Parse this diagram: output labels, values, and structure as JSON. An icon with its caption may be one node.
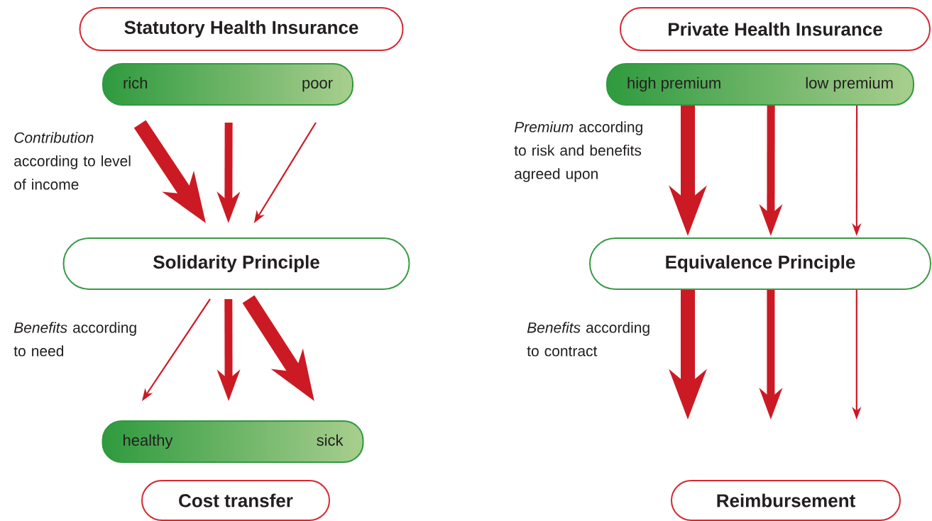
{
  "diagram": {
    "nodes": [
      {
        "text": [
          "Statutory Health Insurance"
        ]
      },
      {
        "text": [
          "rich",
          "poor"
        ]
      },
      {
        "text": [
          "Solidarity Principle"
        ]
      },
      {
        "text": [
          "healthy",
          "sick"
        ]
      },
      {
        "text": [
          "Cost transfer"
        ]
      },
      {
        "text": [
          "Private Health Insurance"
        ]
      },
      {
        "text": [
          "high premium",
          "low premium"
        ]
      },
      {
        "text": [
          "Equivalence Principle"
        ]
      },
      {
        "text": [
          "Reimbursement"
        ]
      }
    ],
    "edges": [
      {
        "from": 1,
        "to": 2,
        "arrow": "to",
        "style": "thick"
      },
      {
        "from": 1,
        "to": 2,
        "arrow": "to"
      },
      {
        "from": 1,
        "to": 2,
        "arrow": "to"
      },
      {
        "from": 2,
        "to": 3,
        "arrow": "to"
      },
      {
        "from": 2,
        "to": 3,
        "arrow": "to"
      },
      {
        "from": 2,
        "to": 3,
        "arrow": "to",
        "style": "thick"
      },
      {
        "from": 6,
        "to": 7,
        "arrow": "to",
        "style": "thick"
      },
      {
        "from": 6,
        "to": 7,
        "arrow": "to"
      },
      {
        "from": 6,
        "to": 7,
        "arrow": "to"
      },
      {
        "from": 7,
        "to": null,
        "arrow": "to",
        "style": "thick"
      },
      {
        "from": 7,
        "to": null,
        "arrow": "to"
      },
      {
        "from": 7,
        "to": null,
        "arrow": "to"
      }
    ],
    "labels": [
      "*Contribution* according to level of income",
      "*Benefits* according to need",
      "*Premium* according to risk and benefits agreed upon",
      "*Benefits* according to contract"
    ]
  }
}
